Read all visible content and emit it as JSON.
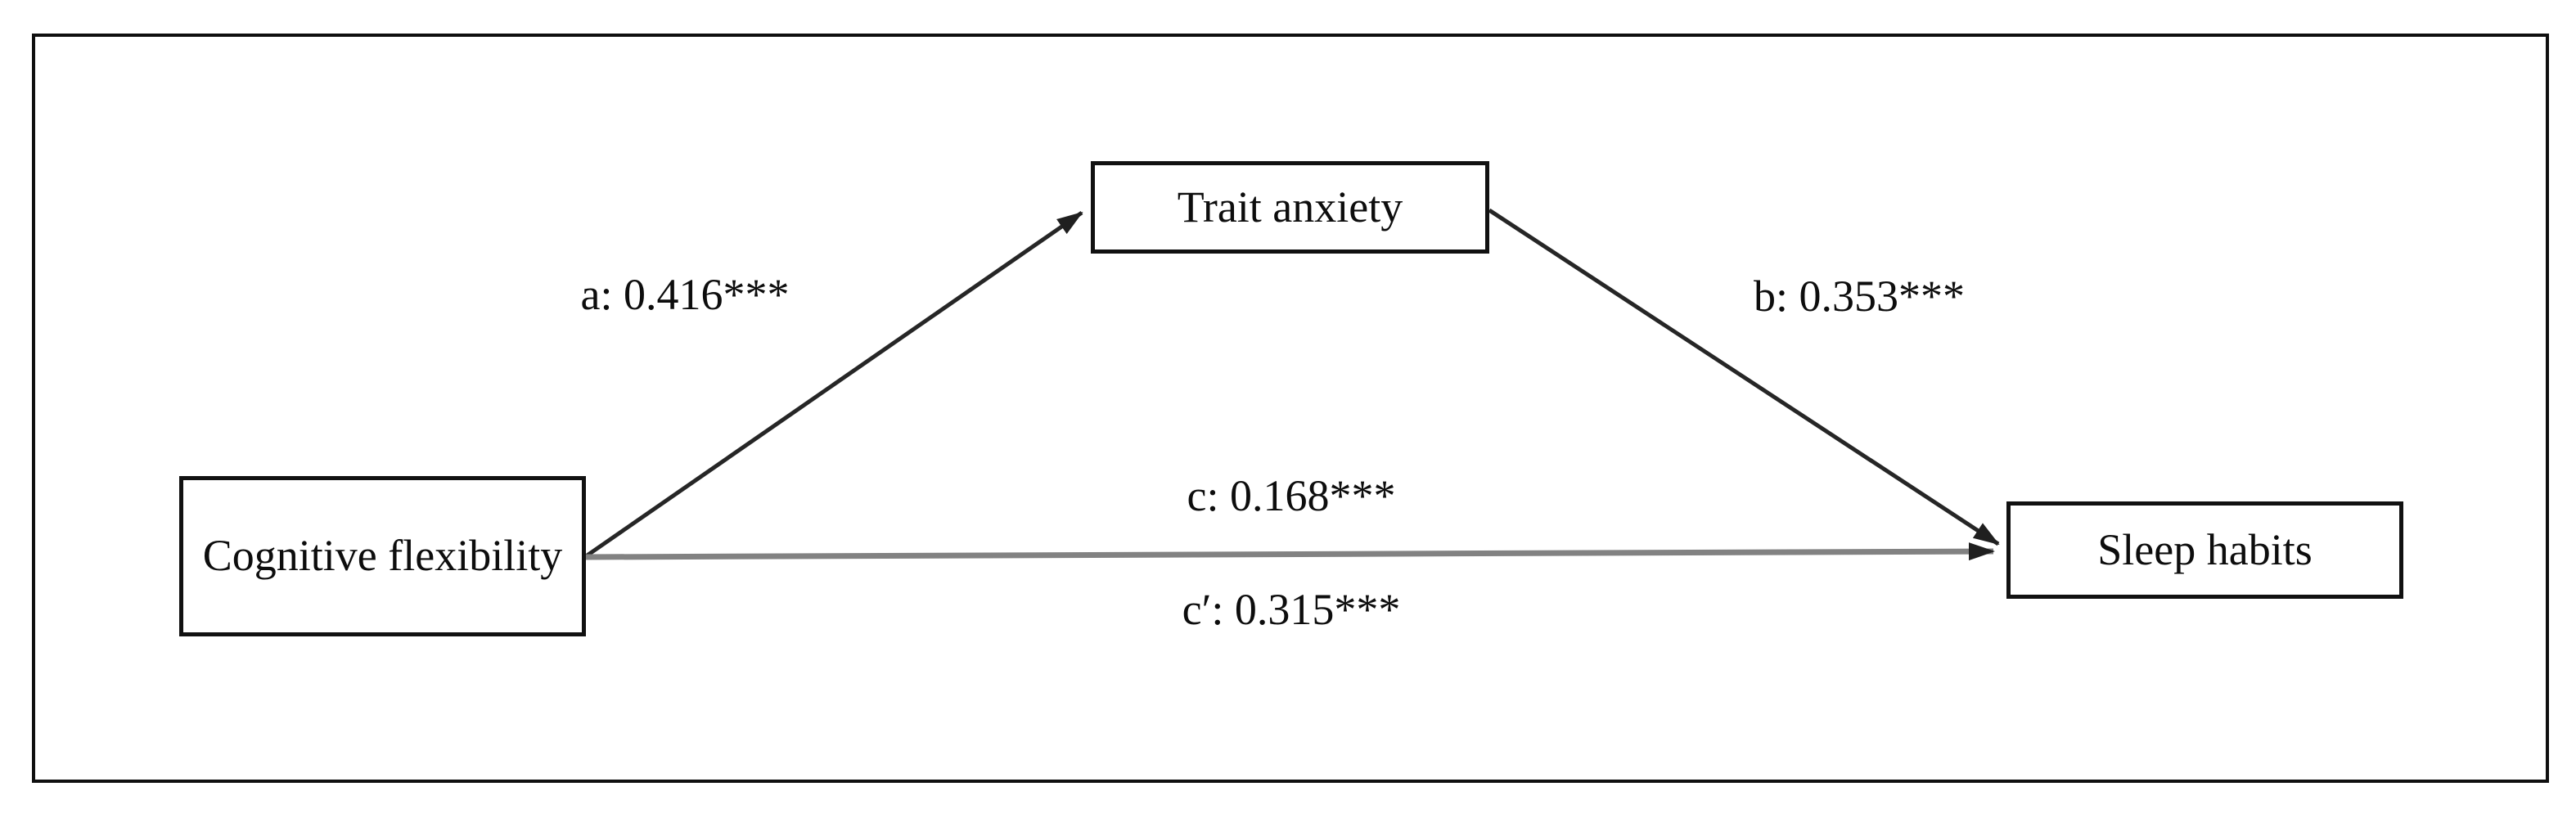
{
  "diagram": {
    "type": "mediation-path-diagram",
    "nodes": [
      {
        "id": "cognitive-flexibility",
        "role": "predictor",
        "label": "Cognitive flexibility"
      },
      {
        "id": "trait-anxiety",
        "role": "mediator",
        "label": "Trait anxiety"
      },
      {
        "id": "sleep-habits",
        "role": "outcome",
        "label": "Sleep habits"
      }
    ],
    "paths": [
      {
        "id": "a",
        "from": "cognitive-flexibility",
        "to": "trait-anxiety",
        "label": "a: 0.416***"
      },
      {
        "id": "b",
        "from": "trait-anxiety",
        "to": "sleep-habits",
        "label": "b: 0.353***"
      },
      {
        "id": "c",
        "from": "cognitive-flexibility",
        "to": "sleep-habits",
        "label": "c: 0.168***"
      },
      {
        "id": "c-prime",
        "from": "cognitive-flexibility",
        "to": "sleep-habits",
        "label": "c′: 0.315***"
      }
    ],
    "colors": {
      "line_dark": "#262626",
      "line_gray": "#828282",
      "arrowhead": "#1f1f1f",
      "border": "#0f0f0f",
      "background": "#ffffff"
    }
  }
}
